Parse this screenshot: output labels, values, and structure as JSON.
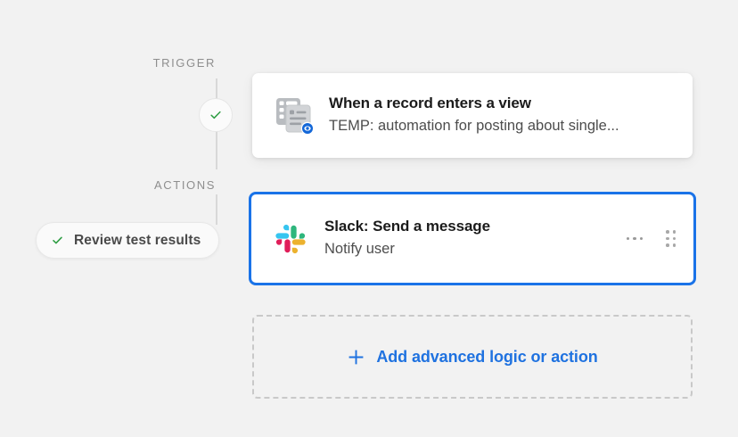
{
  "theme": {
    "background": "#f2f2f2",
    "card_background": "#ffffff",
    "selected_border": "#1a73e8",
    "link_blue": "#1f72e0",
    "label_gray": "#8e8e8e",
    "check_green": "#2f9e44",
    "rail_gray": "#d8d8d8",
    "dashed_gray": "#c9c9c9"
  },
  "timeline": {
    "trigger_label": "TRIGGER",
    "actions_label": "ACTIONS",
    "node_icon": "check-icon"
  },
  "review_pill": {
    "label": "Review test results",
    "icon": "check-icon"
  },
  "trigger_card": {
    "icon": "record-view-icon",
    "title": "When a record enters a view",
    "subtitle": "TEMP: automation for posting about single..."
  },
  "action_card": {
    "icon": "slack-icon",
    "title": "Slack: Send a message",
    "subtitle": "Notify user",
    "selected": true,
    "overflow_icon": "more-horizontal-icon",
    "drag_icon": "drag-handle-icon",
    "slack_colors": {
      "blue": "#36c5f0",
      "green": "#2eb67d",
      "red": "#e01e5a",
      "yellow": "#ecb22e"
    }
  },
  "add_action": {
    "label": "Add advanced logic or action",
    "icon": "plus-icon"
  }
}
